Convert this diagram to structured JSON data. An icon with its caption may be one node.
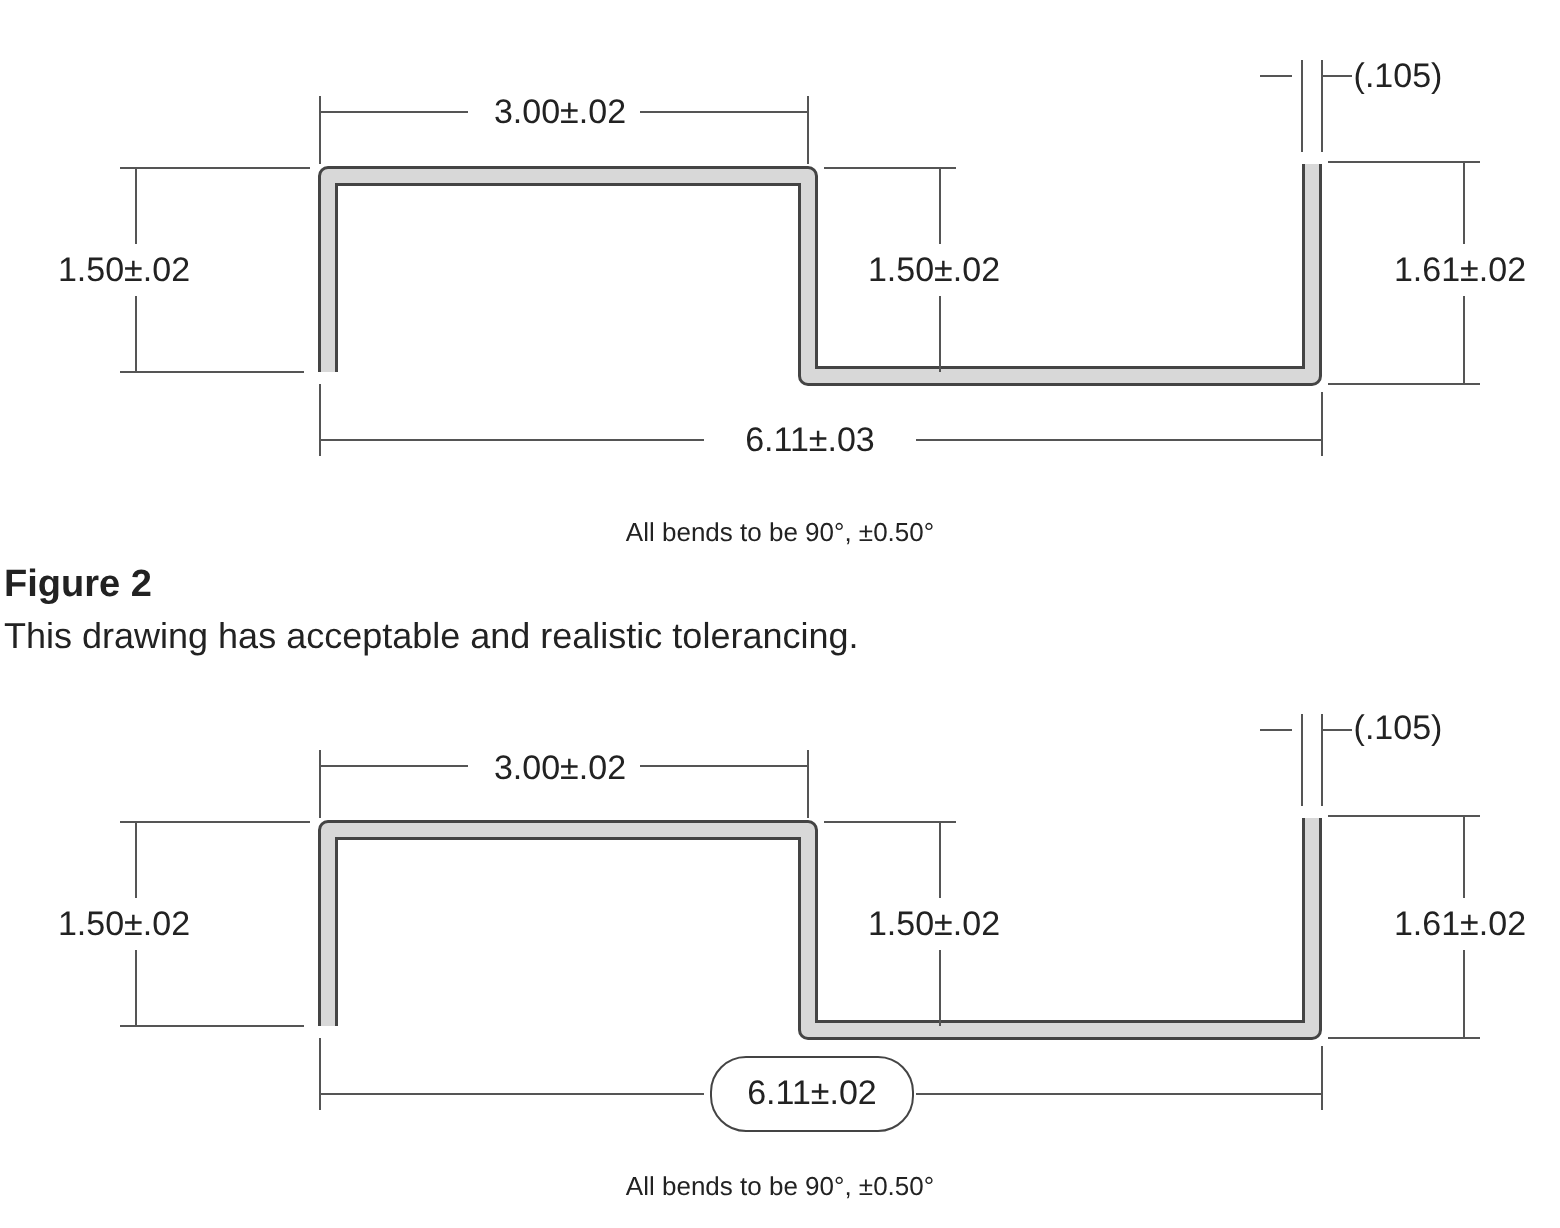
{
  "diagram": {
    "title": "Figure 2",
    "caption": "This drawing has acceptable and realistic tolerancing.",
    "nodes": [
      {
        "text": [
          "6.11±.02"
        ]
      }
    ],
    "labels": [
      "(.105)",
      "3.00±.02",
      "1.50±.02",
      "1.50±.02",
      "1.61±.02",
      "6.11±.03",
      "All bends to be 90°, ±0.50°",
      "(.105)",
      "3.00±.02",
      "1.50±.02",
      "1.50±.02",
      "1.61±.02",
      "All bends to be 90°, ±0.50°"
    ]
  }
}
